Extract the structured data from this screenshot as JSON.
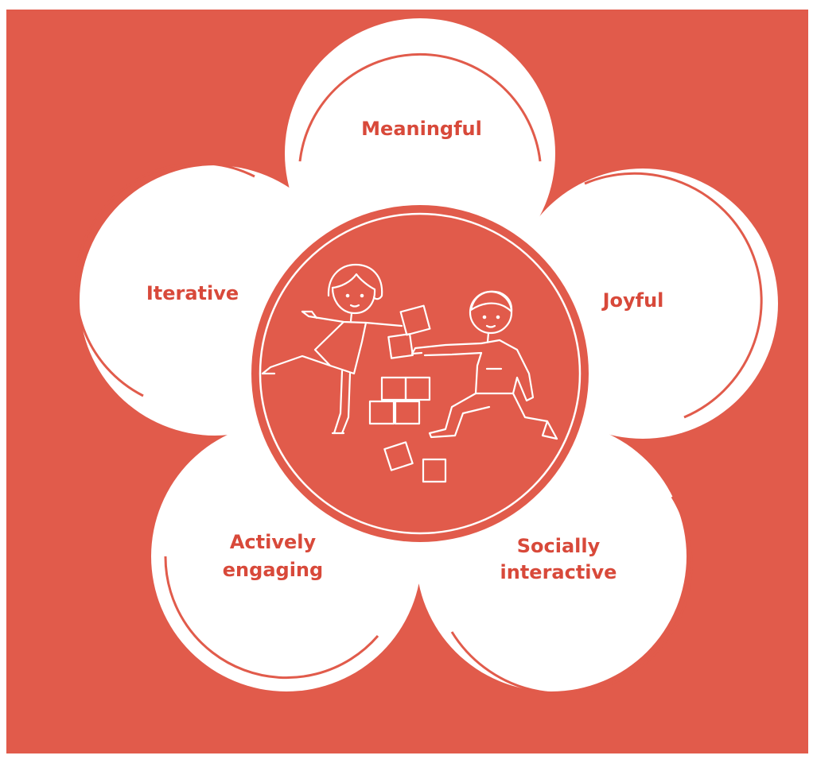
{
  "colors": {
    "background": "#e15b4b",
    "petal_fill": "#ffffff",
    "label_color": "#d8493a",
    "line_color": "#ffffff"
  },
  "petals": [
    {
      "id": "meaningful",
      "lines": [
        "Meaningful"
      ]
    },
    {
      "id": "joyful",
      "lines": [
        "Joyful"
      ]
    },
    {
      "id": "socially-interactive",
      "lines": [
        "Socially",
        "interactive"
      ]
    },
    {
      "id": "actively-engaging",
      "lines": [
        "Actively",
        "engaging"
      ]
    },
    {
      "id": "iterative",
      "lines": [
        "Iterative"
      ]
    }
  ],
  "center": {
    "icon": "children-playing-with-blocks-illustration"
  }
}
